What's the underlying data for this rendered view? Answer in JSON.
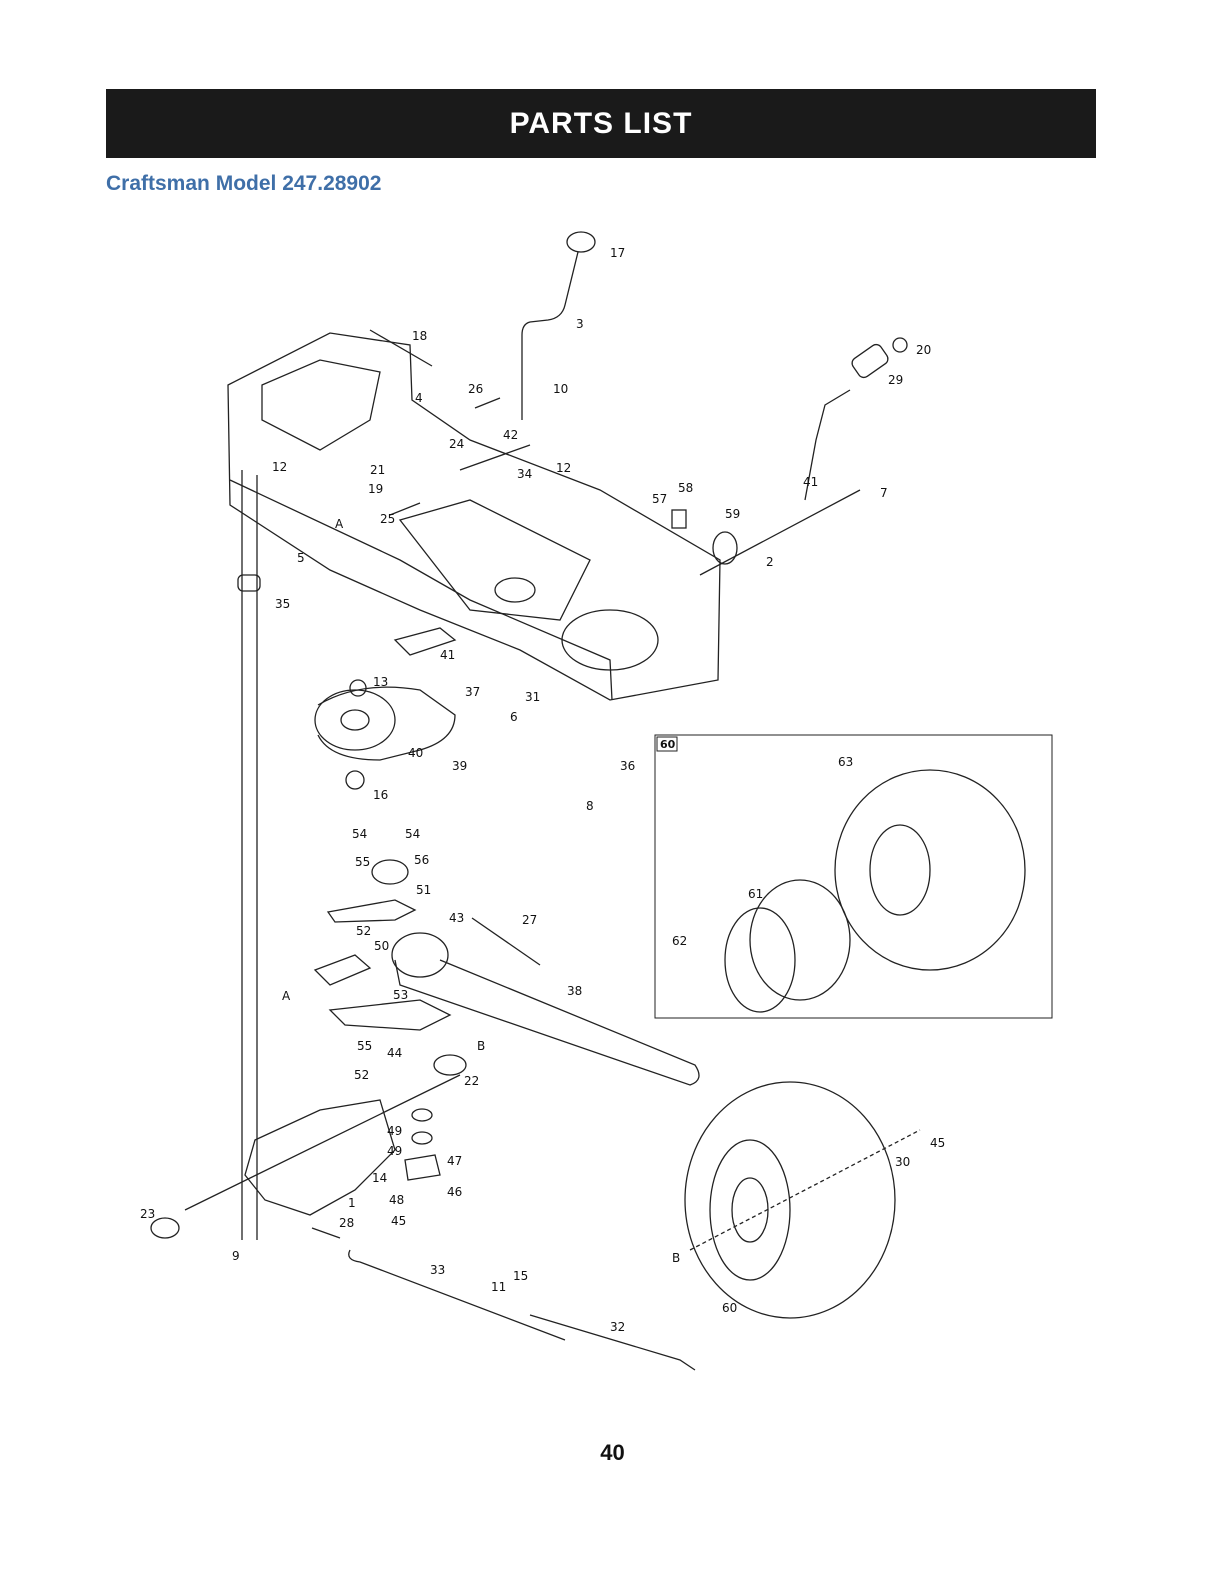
{
  "header": {
    "title": "PARTS LIST",
    "model": "Craftsman Model 247.28902"
  },
  "diagram": {
    "inset_label": "60",
    "callouts": [
      {
        "id": "17",
        "text": "17"
      },
      {
        "id": "3",
        "text": "3"
      },
      {
        "id": "18",
        "text": "18"
      },
      {
        "id": "20",
        "text": "20"
      },
      {
        "id": "29",
        "text": "29"
      },
      {
        "id": "26",
        "text": "26"
      },
      {
        "id": "10",
        "text": "10"
      },
      {
        "id": "4",
        "text": "4"
      },
      {
        "id": "42",
        "text": "42"
      },
      {
        "id": "24",
        "text": "24"
      },
      {
        "id": "12a",
        "text": "12"
      },
      {
        "id": "12b",
        "text": "12"
      },
      {
        "id": "34",
        "text": "34"
      },
      {
        "id": "21",
        "text": "21"
      },
      {
        "id": "19",
        "text": "19"
      },
      {
        "id": "41a",
        "text": "41"
      },
      {
        "id": "7",
        "text": "7"
      },
      {
        "id": "58",
        "text": "58"
      },
      {
        "id": "57",
        "text": "57"
      },
      {
        "id": "59",
        "text": "59"
      },
      {
        "id": "25",
        "text": "25"
      },
      {
        "id": "A1",
        "text": "A"
      },
      {
        "id": "5",
        "text": "5"
      },
      {
        "id": "2",
        "text": "2"
      },
      {
        "id": "35",
        "text": "35"
      },
      {
        "id": "41b",
        "text": "41"
      },
      {
        "id": "13",
        "text": "13"
      },
      {
        "id": "37",
        "text": "37"
      },
      {
        "id": "31",
        "text": "31"
      },
      {
        "id": "6",
        "text": "6"
      },
      {
        "id": "40",
        "text": "40"
      },
      {
        "id": "39",
        "text": "39"
      },
      {
        "id": "36",
        "text": "36"
      },
      {
        "id": "16",
        "text": "16"
      },
      {
        "id": "8",
        "text": "8"
      },
      {
        "id": "63",
        "text": "63"
      },
      {
        "id": "54a",
        "text": "54"
      },
      {
        "id": "54b",
        "text": "54"
      },
      {
        "id": "55a",
        "text": "55"
      },
      {
        "id": "56",
        "text": "56"
      },
      {
        "id": "51",
        "text": "51"
      },
      {
        "id": "61",
        "text": "61"
      },
      {
        "id": "43",
        "text": "43"
      },
      {
        "id": "27",
        "text": "27"
      },
      {
        "id": "52a",
        "text": "52"
      },
      {
        "id": "50",
        "text": "50"
      },
      {
        "id": "62",
        "text": "62"
      },
      {
        "id": "A2",
        "text": "A"
      },
      {
        "id": "53",
        "text": "53"
      },
      {
        "id": "38",
        "text": "38"
      },
      {
        "id": "55b",
        "text": "55"
      },
      {
        "id": "44",
        "text": "44"
      },
      {
        "id": "B1",
        "text": "B"
      },
      {
        "id": "52b",
        "text": "52"
      },
      {
        "id": "22",
        "text": "22"
      },
      {
        "id": "49a",
        "text": "49"
      },
      {
        "id": "45a",
        "text": "45"
      },
      {
        "id": "49b",
        "text": "49"
      },
      {
        "id": "30",
        "text": "30"
      },
      {
        "id": "47",
        "text": "47"
      },
      {
        "id": "14",
        "text": "14"
      },
      {
        "id": "46",
        "text": "46"
      },
      {
        "id": "48",
        "text": "48"
      },
      {
        "id": "1",
        "text": "1"
      },
      {
        "id": "45b",
        "text": "45"
      },
      {
        "id": "23",
        "text": "23"
      },
      {
        "id": "28",
        "text": "28"
      },
      {
        "id": "9",
        "text": "9"
      },
      {
        "id": "B2",
        "text": "B"
      },
      {
        "id": "33",
        "text": "33"
      },
      {
        "id": "15",
        "text": "15"
      },
      {
        "id": "11",
        "text": "11"
      },
      {
        "id": "32",
        "text": "32"
      },
      {
        "id": "60",
        "text": "60"
      }
    ]
  },
  "footer": {
    "page_number": "40"
  }
}
